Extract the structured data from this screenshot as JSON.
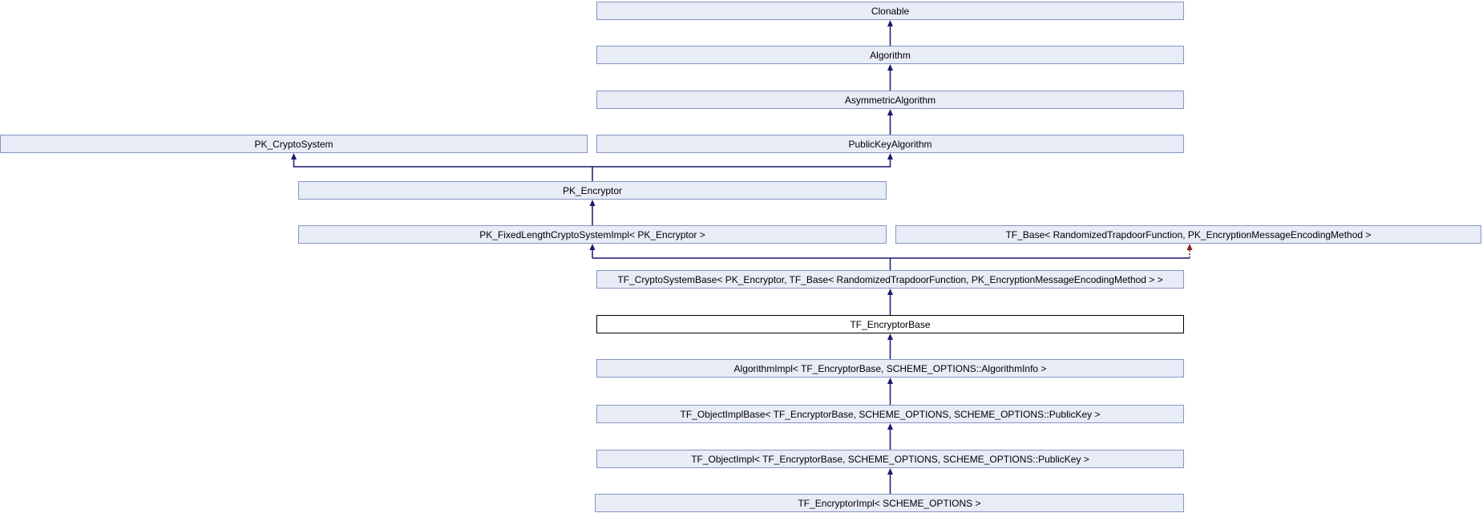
{
  "diagram": {
    "type": "class-inheritance-graph",
    "colors": {
      "node_fill": "#e8ecf6",
      "node_border": "#8595c2",
      "current_node_fill": "#ffffff",
      "current_node_border": "#000000",
      "edge_solid": "#191970",
      "edge_dotted": "#8b1a1a",
      "background": "#ffffff",
      "text": "#000000"
    },
    "nodes": [
      {
        "id": "clonable",
        "label": "Clonable"
      },
      {
        "id": "algorithm",
        "label": "Algorithm"
      },
      {
        "id": "asymmetric-algorithm",
        "label": "AsymmetricAlgorithm"
      },
      {
        "id": "pk-cryptosystem",
        "label": "PK_CryptoSystem"
      },
      {
        "id": "publickey-algorithm",
        "label": "PublicKeyAlgorithm"
      },
      {
        "id": "pk-encryptor",
        "label": "PK_Encryptor"
      },
      {
        "id": "pk-fixedlength-cryptosystemimpl",
        "label": "PK_FixedLengthCryptoSystemImpl< PK_Encryptor >"
      },
      {
        "id": "tf-base",
        "label": "TF_Base< RandomizedTrapdoorFunction, PK_EncryptionMessageEncodingMethod >"
      },
      {
        "id": "tf-cryptosystembase",
        "label": "TF_CryptoSystemBase< PK_Encryptor, TF_Base< RandomizedTrapdoorFunction, PK_EncryptionMessageEncodingMethod > >"
      },
      {
        "id": "tf-encryptorbase",
        "label": "TF_EncryptorBase",
        "current": true
      },
      {
        "id": "algorithmimpl",
        "label": "AlgorithmImpl< TF_EncryptorBase, SCHEME_OPTIONS::AlgorithmInfo >"
      },
      {
        "id": "tf-objectimplbase",
        "label": "TF_ObjectImplBase< TF_EncryptorBase, SCHEME_OPTIONS, SCHEME_OPTIONS::PublicKey >"
      },
      {
        "id": "tf-objectimpl",
        "label": "TF_ObjectImpl< TF_EncryptorBase, SCHEME_OPTIONS, SCHEME_OPTIONS::PublicKey >"
      },
      {
        "id": "tf-encryptorimpl",
        "label": "TF_EncryptorImpl< SCHEME_OPTIONS >"
      }
    ],
    "edges": [
      {
        "child": "Algorithm",
        "parent": "Clonable",
        "style": "solid-blue"
      },
      {
        "child": "AsymmetricAlgorithm",
        "parent": "Algorithm",
        "style": "solid-blue"
      },
      {
        "child": "PublicKeyAlgorithm",
        "parent": "AsymmetricAlgorithm",
        "style": "solid-blue"
      },
      {
        "child": "PK_Encryptor",
        "parent": "PK_CryptoSystem",
        "style": "solid-blue"
      },
      {
        "child": "PK_Encryptor",
        "parent": "PublicKeyAlgorithm",
        "style": "solid-blue"
      },
      {
        "child": "PK_FixedLengthCryptoSystemImpl< PK_Encryptor >",
        "parent": "PK_Encryptor",
        "style": "solid-blue"
      },
      {
        "child": "TF_CryptoSystemBase< PK_Encryptor, TF_Base< RandomizedTrapdoorFunction, PK_EncryptionMessageEncodingMethod > >",
        "parent": "PK_FixedLengthCryptoSystemImpl< PK_Encryptor >",
        "style": "solid-blue"
      },
      {
        "child": "TF_CryptoSystemBase< PK_Encryptor, TF_Base< RandomizedTrapdoorFunction, PK_EncryptionMessageEncodingMethod > >",
        "parent": "TF_Base< RandomizedTrapdoorFunction, PK_EncryptionMessageEncodingMethod >",
        "style": "dotted-maroon"
      },
      {
        "child": "TF_EncryptorBase",
        "parent": "TF_CryptoSystemBase< PK_Encryptor, TF_Base< RandomizedTrapdoorFunction, PK_EncryptionMessageEncodingMethod > >",
        "style": "solid-blue"
      },
      {
        "child": "AlgorithmImpl< TF_EncryptorBase, SCHEME_OPTIONS::AlgorithmInfo >",
        "parent": "TF_EncryptorBase",
        "style": "solid-blue"
      },
      {
        "child": "TF_ObjectImplBase< TF_EncryptorBase, SCHEME_OPTIONS, SCHEME_OPTIONS::PublicKey >",
        "parent": "AlgorithmImpl< TF_EncryptorBase, SCHEME_OPTIONS::AlgorithmInfo >",
        "style": "solid-blue"
      },
      {
        "child": "TF_ObjectImpl< TF_EncryptorBase, SCHEME_OPTIONS, SCHEME_OPTIONS::PublicKey >",
        "parent": "TF_ObjectImplBase< TF_EncryptorBase, SCHEME_OPTIONS, SCHEME_OPTIONS::PublicKey >",
        "style": "solid-blue"
      },
      {
        "child": "TF_EncryptorImpl< SCHEME_OPTIONS >",
        "parent": "TF_ObjectImpl< TF_EncryptorBase, SCHEME_OPTIONS, SCHEME_OPTIONS::PublicKey >",
        "style": "solid-blue"
      }
    ]
  }
}
